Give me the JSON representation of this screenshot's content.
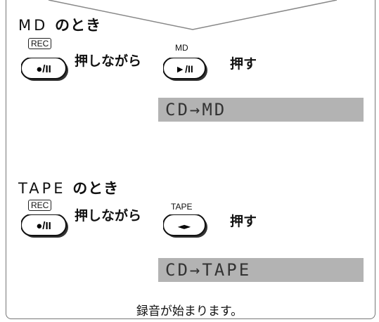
{
  "md_section": {
    "title_prefix": "MD",
    "title_suffix": "のとき",
    "first_key_label": "REC",
    "first_key_symbol": "●/II",
    "hold_text": "押しながら",
    "second_key_label": "MD",
    "second_key_symbol": "►/II",
    "press_text": "押す",
    "display_text": "CD→MD"
  },
  "tape_section": {
    "title_prefix": "TAPE",
    "title_suffix": "のとき",
    "first_key_label": "REC",
    "first_key_symbol": "●/II",
    "hold_text": "押しながら",
    "second_key_label": "TAPE",
    "second_key_symbol": "◄►",
    "press_text": "押す",
    "display_text": "CD→TAPE"
  },
  "footer_text": "録音が始まります。"
}
